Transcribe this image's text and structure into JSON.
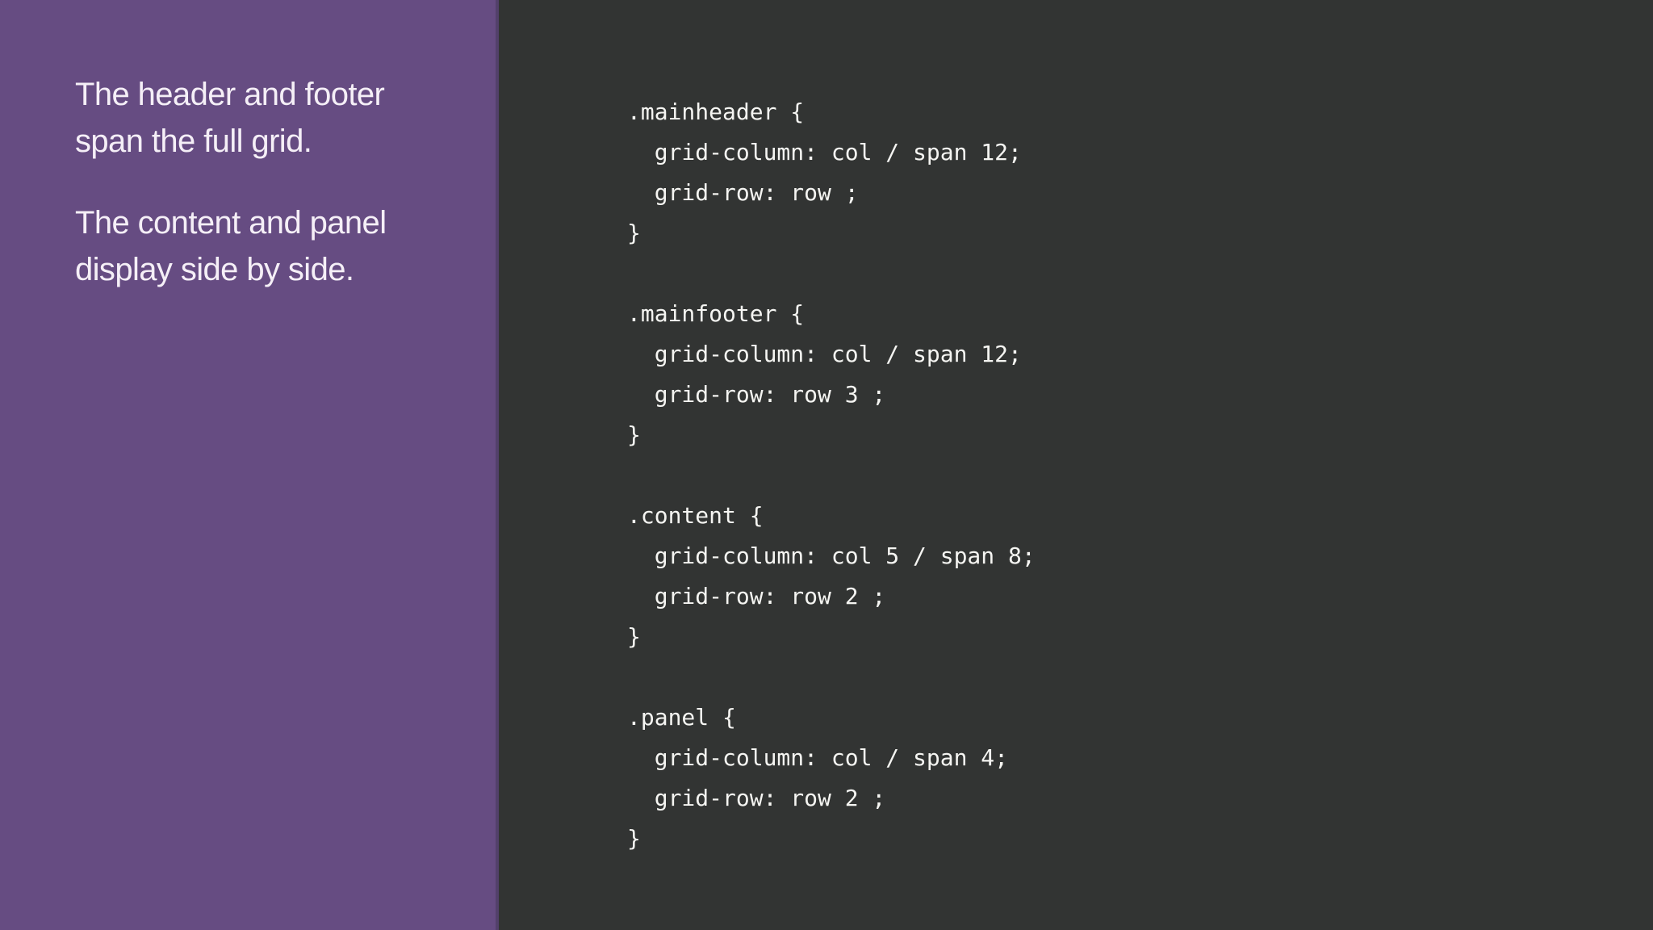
{
  "left_panel": {
    "background_color": "#664C82",
    "edge_color": "#53406B",
    "text_color": "#F5EFF7",
    "paragraphs": [
      {
        "lines": [
          "The header and footer",
          "span the full grid."
        ]
      },
      {
        "lines": [
          "The content and panel",
          "display side by side."
        ]
      }
    ]
  },
  "code_panel": {
    "background_color": "#323433",
    "text_color": "#F5F5F2",
    "blocks": [
      {
        "lines": [
          ".mainheader {",
          "  grid-column: col / span 12;",
          "  grid-row: row ;",
          "}"
        ]
      },
      {
        "lines": [
          ".mainfooter {",
          "  grid-column: col / span 12;",
          "  grid-row: row 3 ;",
          "}"
        ]
      },
      {
        "lines": [
          ".content {",
          "  grid-column: col 5 / span 8;",
          "  grid-row: row 2 ;",
          "}"
        ]
      },
      {
        "lines": [
          ".panel {",
          "  grid-column: col / span 4;",
          "  grid-row: row 2 ;",
          "}"
        ]
      }
    ]
  }
}
